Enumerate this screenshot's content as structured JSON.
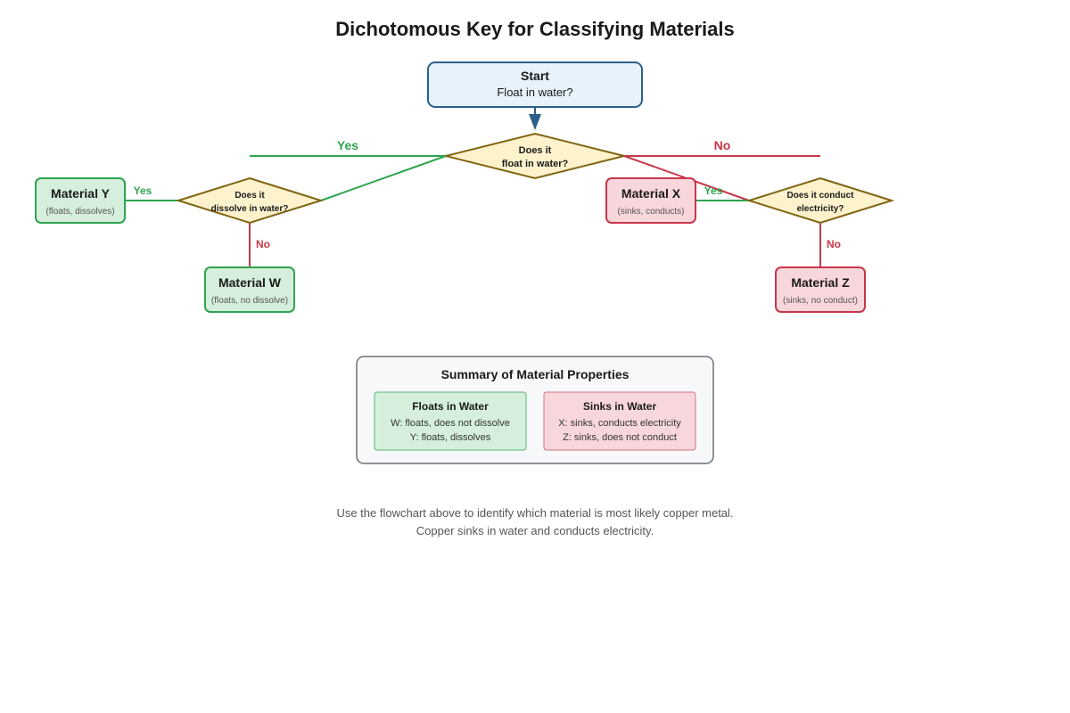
{
  "title": "Dichotomous Key for Classifying Materials",
  "start": {
    "heading": "Start",
    "subtitle": "Float in water?"
  },
  "decisions": {
    "float": {
      "line1": "Does it",
      "line2": "float in water?"
    },
    "dissolve": {
      "line1": "Does it",
      "line2": "dissolve in water?"
    },
    "conduct": {
      "line1": "Does it conduct",
      "line2": "electricity?"
    }
  },
  "branch_labels": {
    "float_yes": "Yes",
    "float_no": "No",
    "dissolve_yes": "Yes",
    "dissolve_no": "No",
    "conduct_yes": "Yes",
    "conduct_no": "No"
  },
  "materials": {
    "y": {
      "name": "Material Y",
      "props": "(floats, dissolves)"
    },
    "w": {
      "name": "Material W",
      "props": "(floats, no dissolve)"
    },
    "x": {
      "name": "Material X",
      "props": "(sinks, conducts)"
    },
    "z": {
      "name": "Material Z",
      "props": "(sinks, no conduct)"
    }
  },
  "summary": {
    "title": "Summary of Material Properties",
    "floats": {
      "heading": "Floats in Water",
      "line1": "W: floats, does not dissolve",
      "line2": "Y: floats, dissolves"
    },
    "sinks": {
      "heading": "Sinks in Water",
      "line1": "X: sinks, conducts electricity",
      "line2": "Z: sinks, does not conduct"
    }
  },
  "footer": {
    "line1": "Use the flowchart above to identify which material is most likely copper metal.",
    "line2": "Copper sinks in water and conducts electricity."
  },
  "colors": {
    "start_fill": "#e6f2fc",
    "start_stroke": "#2c5f8a",
    "decision_fill": "#fdf2cc",
    "decision_stroke": "#806514",
    "yes": "#2ea44f",
    "no": "#c8374a",
    "float_fill": "#d6efdc",
    "sink_fill": "#f8d7dc",
    "summary_fill": "#f6f8fa",
    "summary_stroke": "#6b7078"
  }
}
